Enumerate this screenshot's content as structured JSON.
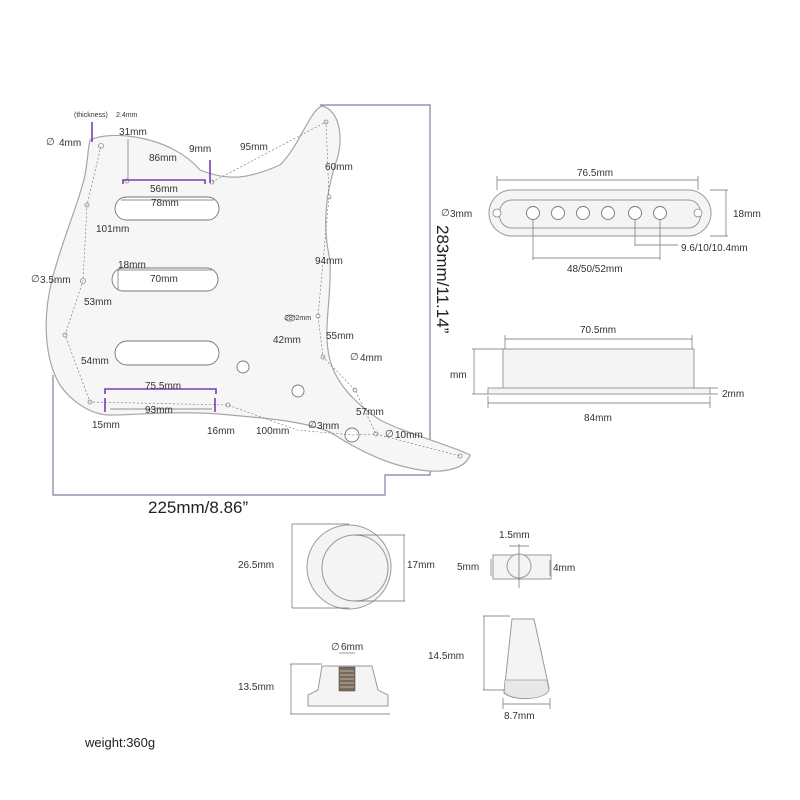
{
  "pickguard": {
    "thickness_label": "(thickness)",
    "thickness_value": "2.4mm",
    "d4mm_top": "4mm",
    "w31": "31mm",
    "w86": "86mm",
    "w9": "9mm",
    "w95": "95mm",
    "w60": "60mm",
    "w56": "56mm",
    "w78": "78mm",
    "w101": "101mm",
    "w94": "94mm",
    "d3_5": "3.5mm",
    "w18": "18mm",
    "w70": "70mm",
    "w53": "53mm",
    "w28x2": "28*2mm",
    "w55": "55mm",
    "w42": "42mm",
    "d4mm_mid": "4mm",
    "w54": "54mm",
    "w75_5": "75.5mm",
    "w93": "93mm",
    "w57": "57mm",
    "w15": "15mm",
    "w16": "16mm",
    "w100": "100mm",
    "d3mm": "3mm",
    "d10mm": "10mm",
    "height_total": "283mm/11.14”",
    "width_total": "225mm/8.86”"
  },
  "pickup_top": {
    "d3mm": "3mm",
    "length": "76.5mm",
    "height": "18mm",
    "pole_spacing": "9.6/10/10.4mm",
    "span": "48/50/52mm"
  },
  "pickup_side": {
    "width": "70.5mm",
    "height": "mm",
    "base_thickness": "2mm",
    "base_length": "84mm"
  },
  "knob_top": {
    "outer": "26.5mm",
    "inner": "17mm"
  },
  "knob_side": {
    "shaft": "6mm",
    "height": "13.5mm"
  },
  "switch_top": {
    "w1_5": "1.5mm",
    "w5": "5mm",
    "w4": "4mm"
  },
  "switch_tip": {
    "height": "14.5mm",
    "width": "8.7mm"
  },
  "weight": "weight:360g"
}
